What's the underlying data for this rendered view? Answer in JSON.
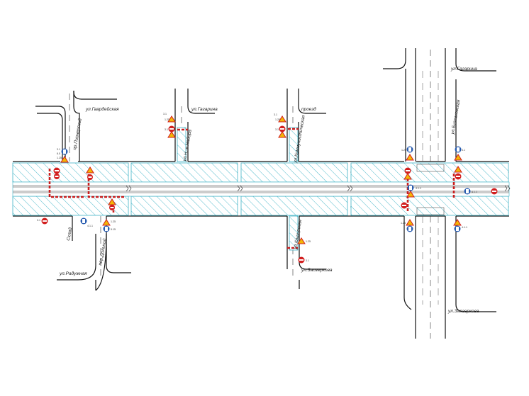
{
  "streets": {
    "gvardeyskaya": "ул.Гвардейская",
    "pionerskiy": "пр.Пионерский",
    "gagarina_1": "ул.Гагарина",
    "shirokaya": "ул.Н.-я Набора",
    "proezd": "проезд",
    "kommunisticheskaya": "ул.Коммунистическая",
    "gagarina_2": "ул.Гагарина",
    "bulgakova": "ул.Булгаковская",
    "sklad": "Склад",
    "dolinniy": "пер.Дольний",
    "raduzhnaya": "ул.Радужная",
    "kashirskaya": "ул.Каширская",
    "zaozerkova_1": "ул.Заозеркова",
    "zaozerkova_2": "ул.Заозеркова"
  },
  "sign_codes": {
    "c1": "3.1",
    "c2": "8.5",
    "c3": "1.25",
    "c4": "3.1",
    "c5": "4.1.1",
    "c6": "1.25",
    "c7": "5.15",
    "c8": "3.1",
    "c9": "1.25",
    "c10": "3.1",
    "c11": "3.1",
    "c12": "1.25",
    "c13": "3.1",
    "c14": "1.25",
    "c15": "3.1",
    "c16": "1.25",
    "c17": "4.1.1",
    "c18": "1.25",
    "c19": "4.1.1",
    "c20": "4.1.1",
    "c21": "3.1"
  },
  "colors": {
    "hatch": "#3fb3c6",
    "barrier": "#c81e1e",
    "sign_red": "#d21f1f",
    "sign_blue": "#2a5db0",
    "sign_yellow": "#f2b705"
  },
  "icons": {
    "no_entry": "no-entry-sign-icon",
    "roadworks": "roadworks-warning-icon",
    "direction": "mandatory-direction-icon"
  }
}
